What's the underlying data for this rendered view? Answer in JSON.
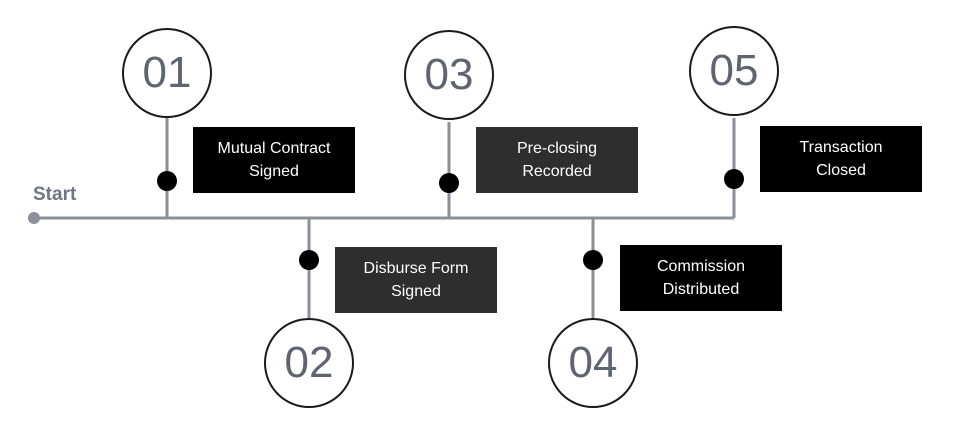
{
  "start_label": "Start",
  "colors": {
    "line": "#8a9099",
    "dot": "#000000",
    "box_dark": "#000000",
    "box_gray": "#2e2e2e",
    "number_text": "#5f6570",
    "start_text": "#6e7682"
  },
  "steps": [
    {
      "number": "01",
      "label": "Mutual Contract\nSigned",
      "box_color": "#000000"
    },
    {
      "number": "02",
      "label": "Disburse Form\nSigned",
      "box_color": "#2e2e2e"
    },
    {
      "number": "03",
      "label": "Pre-closing\nRecorded",
      "box_color": "#2e2e2e"
    },
    {
      "number": "04",
      "label": "Commission\nDistributed",
      "box_color": "#000000"
    },
    {
      "number": "05",
      "label": "Transaction\nClosed",
      "box_color": "#000000"
    }
  ]
}
